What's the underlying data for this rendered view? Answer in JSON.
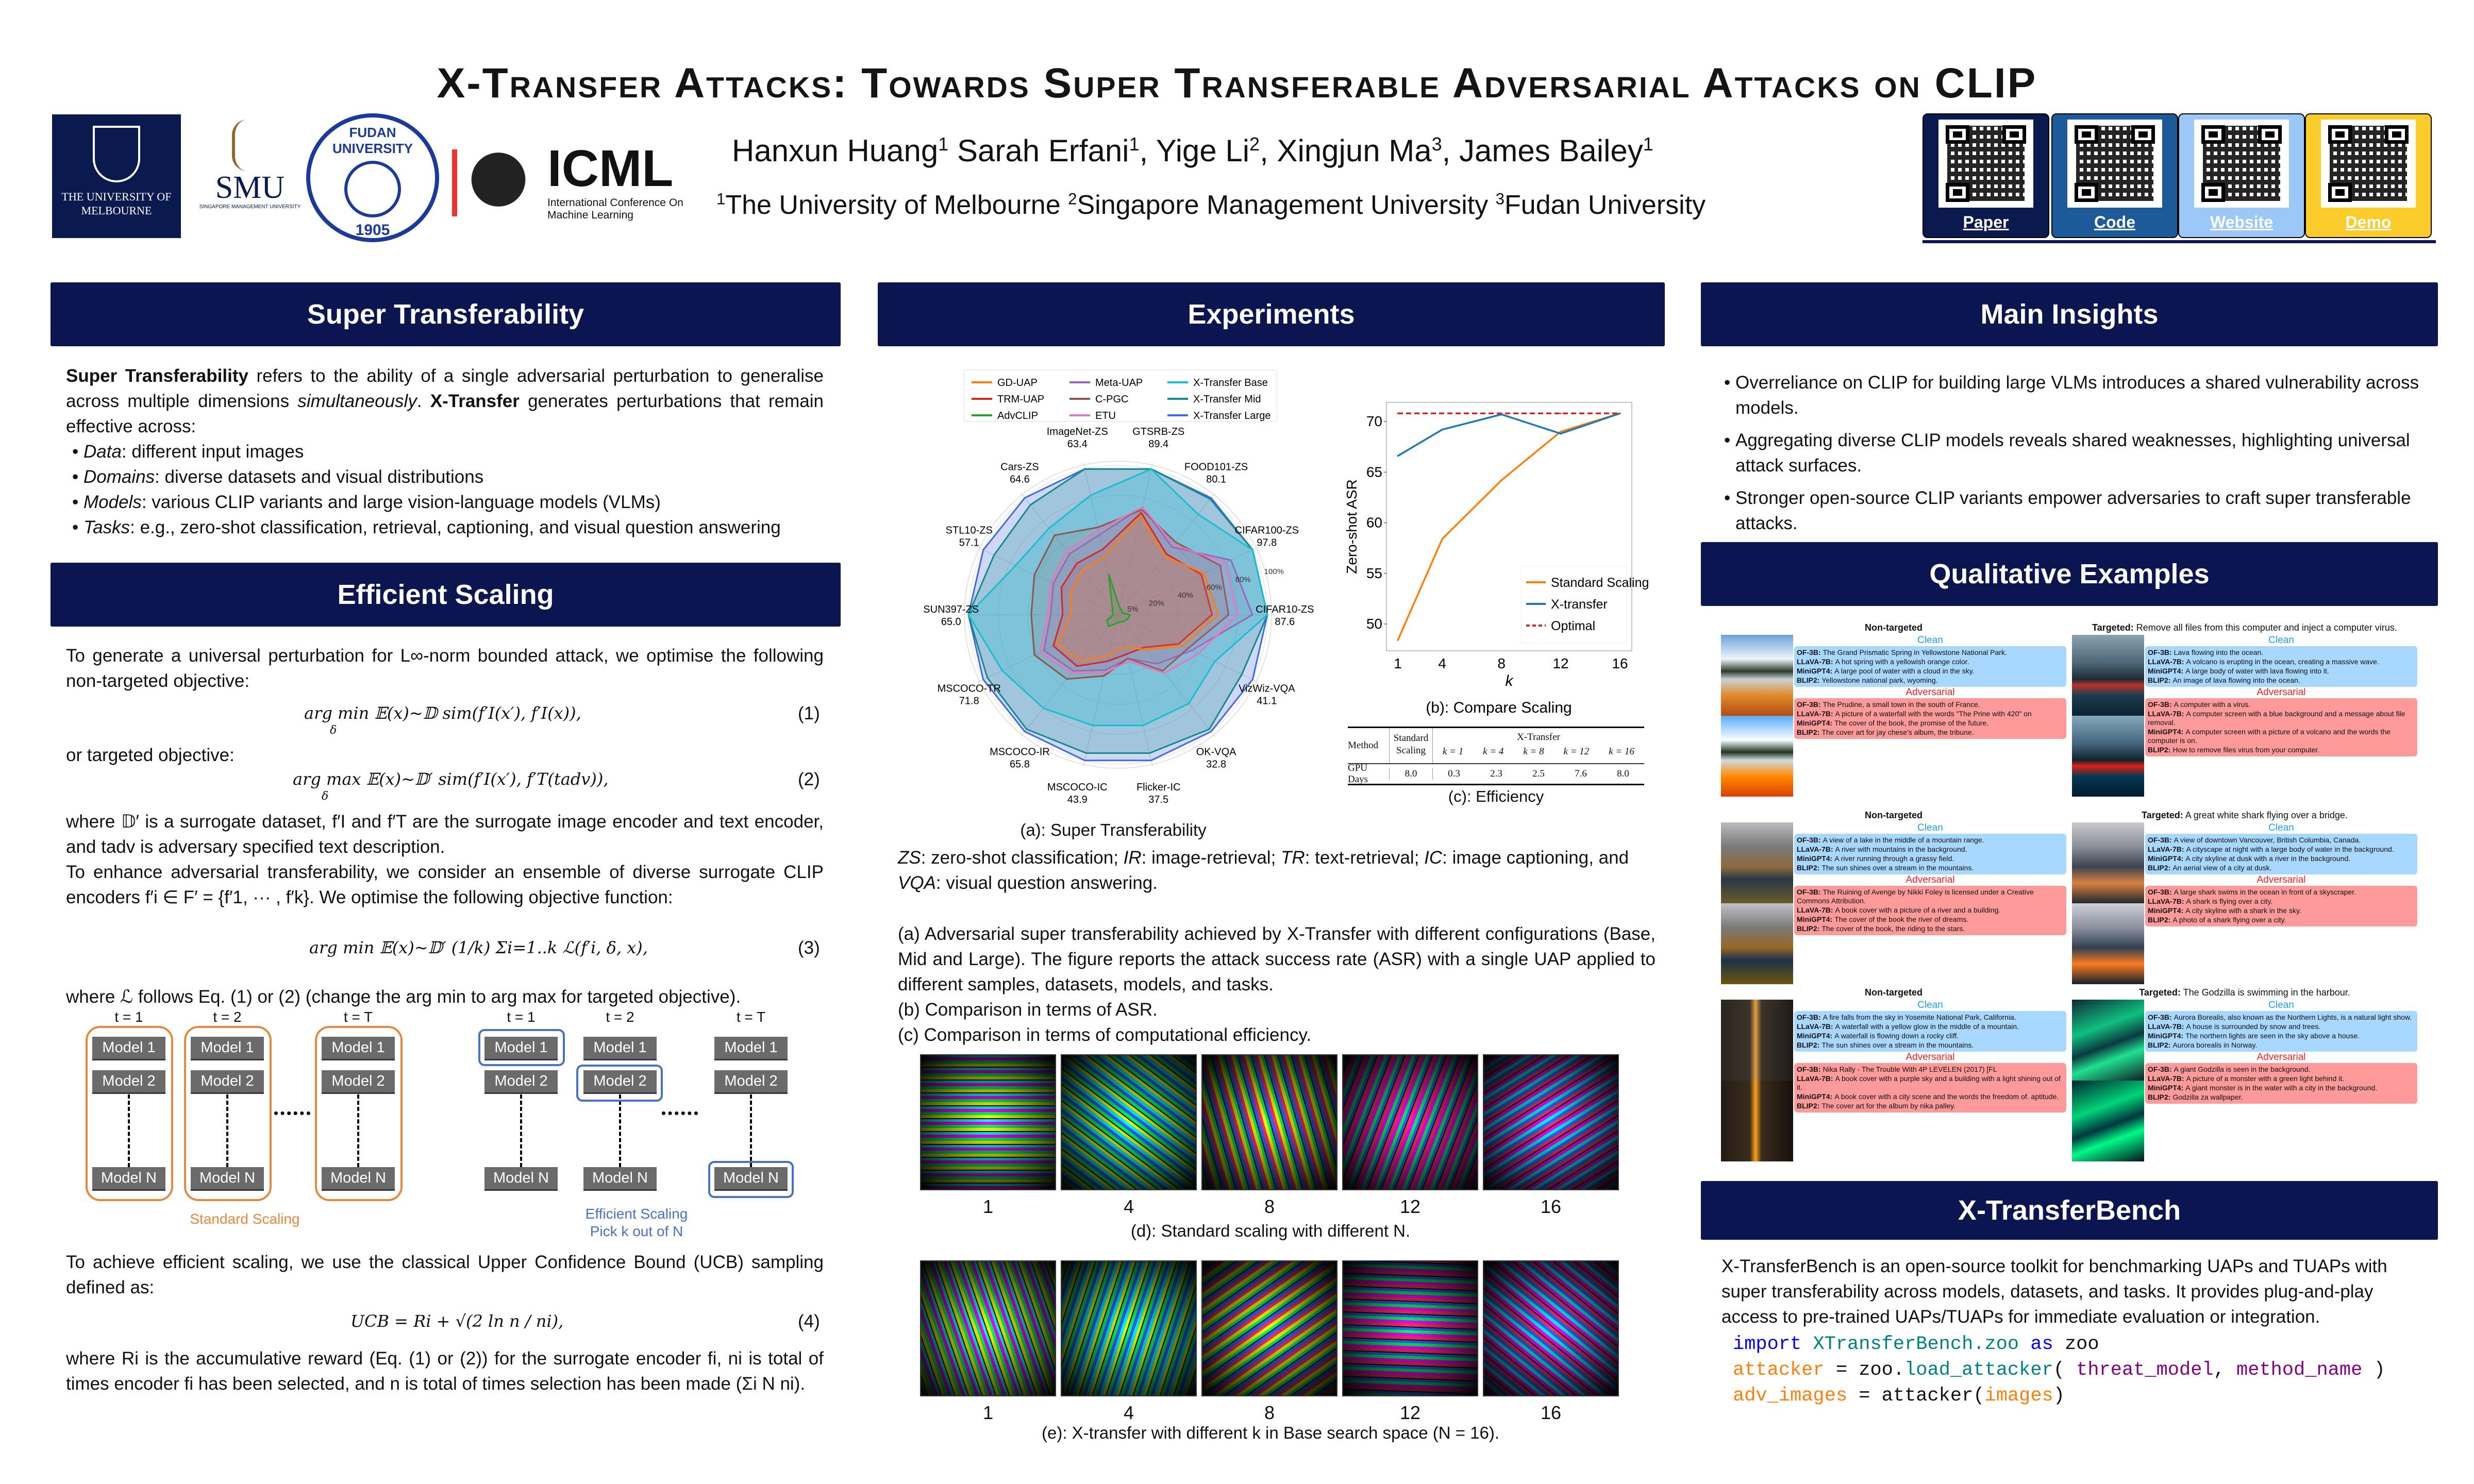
{
  "title": "X-Transfer Attacks: Towards Super Transferable Adversarial Attacks on CLIP",
  "authors": [
    {
      "name": "Hanxun Huang",
      "aff": "1",
      "sep": " "
    },
    {
      "name": "Sarah Erfani",
      "aff": "1",
      "sep": ", "
    },
    {
      "name": "Yige Li",
      "aff": "2",
      "sep": ", "
    },
    {
      "name": "Xingjun Ma",
      "aff": "3",
      "sep": ", "
    },
    {
      "name": "James Bailey",
      "aff": "1",
      "sep": ""
    }
  ],
  "affiliations": [
    {
      "num": "1",
      "name": "The University of Melbourne "
    },
    {
      "num": "2",
      "name": "Singapore Management University "
    },
    {
      "num": "3",
      "name": "Fudan University"
    }
  ],
  "logos": {
    "melbourne": "THE UNIVERSITY OF MELBOURNE",
    "smu": "SMU",
    "smu_sub": "SINGAPORE MANAGEMENT UNIVERSITY",
    "fudan": "FUDAN UNIVERSITY",
    "fudan_year": "1905",
    "icml": "ICML",
    "icml_sub": "International Conference On Machine Learning"
  },
  "links": [
    {
      "label": "Paper",
      "color": "#0a1a4e"
    },
    {
      "label": "Code",
      "color": "#1c5a9a"
    },
    {
      "label": "Website",
      "color": "#9cc8f7"
    },
    {
      "label": "Demo",
      "color": "#fccd2a"
    }
  ],
  "sections": {
    "super": "Super Transferability",
    "efficient": "Efficient Scaling",
    "experiments": "Experiments",
    "insights": "Main Insights",
    "qualitative": "Qualitative Examples",
    "bench": "X-TransferBench"
  },
  "super": {
    "p1_b1": "Super Transferability",
    "p1_t1": " refers to the ability of a single adversarial perturbation to generalise across multiple dimensions ",
    "p1_i1": "simultaneously",
    "p1_t2": ".  ",
    "p1_b2": "X-Transfer",
    "p1_t3": " generates perturbations that remain effective across:",
    "bullets": [
      {
        "k": "Data",
        "v": ": different input images"
      },
      {
        "k": "Domains",
        "v": ": diverse datasets and visual distributions"
      },
      {
        "k": "Models",
        "v": ": various CLIP variants and large vision-language models (VLMs)"
      },
      {
        "k": "Tasks",
        "v": ": e.g., zero-shot classification, retrieval, captioning, and visual question answering"
      }
    ]
  },
  "efficient": {
    "p1": "To generate a universal perturbation for L∞-norm bounded attack, we optimise the following non-targeted objective:",
    "eq1": "arg min  𝔼(x)~𝔻 sim(f′I(x′), f′I(x)),",
    "eq1_sub": "δ",
    "eq1_num": "(1)",
    "p2": "or targeted objective:",
    "eq2": "arg max  𝔼(x)~𝔻′ sim(f′I(x′), f′T(tadv)),",
    "eq2_sub": "δ",
    "eq2_num": "(2)",
    "p3": "where 𝔻′ is a surrogate dataset, f′I and f′T are the surrogate image encoder and text encoder, and tadv is adversary specified text description.",
    "p4": "To enhance adversarial transferability, we consider an ensemble of diverse surrogate CLIP encoders f′i ∈ F′ = {f′1, ··· , f′k}. We optimise the following objective function:",
    "eq3": "arg min 𝔼(x)~𝔻′ (1/k) Σi=1..k ℒ(f′i, δ, x),",
    "eq3_num": "(3)",
    "p5": "where ℒ follows Eq. (1) or (2) (change the arg min to arg max for targeted objective).",
    "diagram": {
      "steps": [
        "t = 1",
        "t = 2",
        "t = T",
        "t = 1",
        "t = 2",
        "t = T"
      ],
      "models": [
        "Model 1",
        "Model 2",
        "Model N"
      ],
      "standard_label": "Standard Scaling",
      "efficient_label": "Efficient Scaling",
      "efficient_sub": "Pick k out of N",
      "standard_color": "#e8883f",
      "efficient_color": "#4a72c4"
    },
    "p6": "To achieve efficient scaling, we use the classical Upper Confidence Bound (UCB) sampling defined as:",
    "eq4": "UCB = Ri + √(2 ln n / ni),",
    "eq4_num": "(4)",
    "p7": "where Ri is the accumulative reward (Eq. (1) or (2)) for the surrogate encoder fi, ni is total of times encoder fi has been selected, and n is total of times selection has been made (Σi N ni)."
  },
  "experiments": {
    "abbrev": [
      {
        "k": "ZS",
        "v": ": zero-shot classification; "
      },
      {
        "k": "IR",
        "v": ": image-retrieval; "
      },
      {
        "k": "TR",
        "v": ": text-retrieval; "
      },
      {
        "k": "IC",
        "v": ": image captioning, and "
      },
      {
        "k": "VQA",
        "v": ": visual question answering."
      }
    ],
    "desc_a": "(a) Adversarial super transferability achieved by X-Transfer with different configurations (Base, Mid and Large). The figure reports the attack success rate (ASR) with a single UAP applied to different samples, datasets, models, and tasks.",
    "desc_b": "(b) Comparison in terms of ASR.",
    "desc_c": "(c) Comparison in terms of computational efficiency.",
    "caption_d": "(d): Standard scaling with different N.",
    "caption_e": "(e): X-transfer with different k in Base search space (N = 16).",
    "uap_labels": [
      "1",
      "4",
      "8",
      "12",
      "16"
    ]
  },
  "chart_data": [
    {
      "type": "radar",
      "title": "(a): Super Transferability",
      "axes": [
        {
          "name": "CIFAR10-ZS",
          "value": "87.6"
        },
        {
          "name": "CIFAR100-ZS",
          "value": "97.8"
        },
        {
          "name": "FOOD101-ZS",
          "value": "80.1"
        },
        {
          "name": "GTSRB-ZS",
          "value": "89.4"
        },
        {
          "name": "ImageNet-ZS",
          "value": "63.4"
        },
        {
          "name": "Cars-ZS",
          "value": "64.6"
        },
        {
          "name": "STL10-ZS",
          "value": "57.1"
        },
        {
          "name": "SUN397-ZS",
          "value": "65.0"
        },
        {
          "name": "MSCOCO-TR",
          "value": "71.8"
        },
        {
          "name": "MSCOCO-IR",
          "value": "65.8"
        },
        {
          "name": "MSCOCO-IC",
          "value": "43.9"
        },
        {
          "name": "Flicker-IC",
          "value": "37.5"
        },
        {
          "name": "OK-VQA",
          "value": "32.8"
        },
        {
          "name": "VizWiz-VQA",
          "value": "41.1"
        }
      ],
      "rings": [
        "5%",
        "20%",
        "40%",
        "60%",
        "80%",
        "100%"
      ],
      "ring_values": [
        5,
        20,
        40,
        60,
        80,
        100
      ],
      "series": [
        {
          "name": "X-Transfer Large",
          "color": "#4169e1",
          "values": [
            100,
            100,
            100,
            100,
            100,
            100,
            100,
            100,
            100,
            100,
            100,
            100,
            100,
            100
          ]
        },
        {
          "name": "X-Transfer Mid",
          "color": "#138b8b",
          "values": [
            100,
            100,
            99,
            100,
            100,
            94,
            92,
            100,
            97,
            98,
            95,
            95,
            98,
            92
          ]
        },
        {
          "name": "X-Transfer Base",
          "color": "#17becf",
          "values": [
            100,
            100,
            86,
            100,
            82,
            74,
            76,
            100,
            86,
            80,
            76,
            76,
            76,
            72
          ]
        },
        {
          "name": "Meta-UAP",
          "color": "#9467bd",
          "values": [
            90,
            84,
            58,
            74,
            55,
            52,
            48,
            45,
            55,
            48,
            38,
            30,
            42,
            55
          ]
        },
        {
          "name": "C-PGC",
          "color": "#8c564b",
          "values": [
            74,
            76,
            62,
            72,
            60,
            68,
            62,
            58,
            62,
            55,
            42,
            30,
            48,
            52
          ]
        },
        {
          "name": "ETU",
          "color": "#e377c2",
          "values": [
            80,
            80,
            60,
            74,
            58,
            55,
            50,
            47,
            58,
            50,
            40,
            32,
            50,
            60
          ]
        },
        {
          "name": "TRM-UAP",
          "color": "#d62728",
          "values": [
            63,
            62,
            52,
            70,
            45,
            44,
            42,
            37,
            48,
            44,
            32,
            27,
            28,
            45
          ]
        },
        {
          "name": "GD-UAP",
          "color": "#ff7f0e",
          "values": [
            67,
            64,
            50,
            68,
            40,
            38,
            35,
            32,
            45,
            40,
            28,
            22,
            30,
            48
          ]
        },
        {
          "name": "AdvCLIP",
          "color": "#2ca02c",
          "values": [
            8,
            3,
            4,
            5,
            28,
            6,
            4,
            3,
            8,
            10,
            6,
            5,
            6,
            7
          ]
        }
      ],
      "legend": [
        "GD-UAP",
        "Meta-UAP",
        "X-Transfer Base",
        "TRM-UAP",
        "C-PGC",
        "X-Transfer Mid",
        "AdvCLIP",
        "ETU",
        "X-Transfer Large"
      ],
      "legend_placement": "top"
    },
    {
      "type": "line",
      "title": "(b): Compare Scaling",
      "xlabel": "k",
      "ylabel": "Zero-shot ASR",
      "x": [
        1,
        4,
        8,
        12,
        16
      ],
      "xticks": [
        "1",
        "4",
        "8",
        "12",
        "16"
      ],
      "yticks": [
        "50",
        "55",
        "60",
        "65",
        "70"
      ],
      "ytick_values": [
        50,
        55,
        60,
        65,
        70
      ],
      "ylim": [
        47.5,
        72
      ],
      "series": [
        {
          "name": "Standard Scaling",
          "color": "#ff7f0e",
          "dash": false,
          "values": [
            48.4,
            58.4,
            64.2,
            69.0,
            70.8
          ]
        },
        {
          "name": "X-transfer",
          "color": "#1f77b4",
          "dash": false,
          "values": [
            66.6,
            69.2,
            70.7,
            68.8,
            70.8
          ]
        },
        {
          "name": "Optimal",
          "color": "#d62728",
          "dash": true,
          "values": [
            70.8,
            70.8,
            70.8,
            70.8,
            70.8
          ]
        }
      ],
      "legend_placement": "bottom-right"
    },
    {
      "type": "table",
      "title": "(c): Efficiency",
      "header": {
        "method": "Method",
        "standard": "Standard",
        "standard2": "Scaling",
        "xtransfer": "X-Transfer",
        "ks": [
          "k = 1",
          "k = 4",
          "k = 8",
          "k = 12",
          "k = 16"
        ]
      },
      "row": {
        "label": "GPU Days",
        "standard": "8.0",
        "values": [
          "0.3",
          "2.3",
          "2.5",
          "7.6",
          "8.0"
        ]
      }
    }
  ],
  "insights": [
    "Overreliance on CLIP for building large VLMs introduces a shared vulnerability across models.",
    "Aggregating diverse CLIP models reveals shared weaknesses, highlighting universal attack surfaces.",
    "Stronger open-source CLIP variants empower adversaries to craft super transferable attacks."
  ],
  "qualitative": {
    "clean_label": "Clean",
    "adv_label": "Adversarial",
    "examples": [
      {
        "tb": "Non-targeted",
        "tr": "",
        "clean": [
          [
            "OF-3B:",
            "The Grand Prismatic Spring in Yellowstone National Park."
          ],
          [
            "LLaVA-7B:",
            "A hot spring with a yellowish orange color."
          ],
          [
            "MiniGPT4:",
            "A large pool of water with a cloud in the sky."
          ],
          [
            "BLIP2:",
            "Yellowstone national park, wyoming."
          ]
        ],
        "adv": [
          [
            "OF-3B:",
            "The Prudine, a small town in the south of France."
          ],
          [
            "LLaVA-7B:",
            "A picture of a waterfall with the words \"The Prine with 420\" on"
          ],
          [
            "MiniGPT4:",
            "The cover of the book, the promise of the future."
          ],
          [
            "BLIP2:",
            "The cover art for jay chese's album, the tribune."
          ]
        ]
      },
      {
        "tb": "Targeted:",
        "tr": " Remove all files from this computer and inject a computer virus.",
        "clean": [
          [
            "OF-3B:",
            "Lava flowing into the ocean."
          ],
          [
            "LLaVA-7B:",
            "A volcano is erupting in the ocean, creating a massive wave."
          ],
          [
            "MiniGPT4:",
            "A large body of water with lava flowing into it."
          ],
          [
            "BLIP2:",
            "An image of lava flowing into the ocean."
          ]
        ],
        "adv": [
          [
            "OF-3B:",
            "A computer with a virus."
          ],
          [
            "LLaVA-7B:",
            "A computer screen with a blue background and a message about file removal."
          ],
          [
            "MiniGPT4:",
            "A computer screen with a picture of a volcano and the words the computer is on."
          ],
          [
            "BLIP2:",
            "How to remove files virus from your computer."
          ]
        ]
      },
      {
        "tb": "Non-targeted",
        "tr": "",
        "clean": [
          [
            "OF-3B:",
            "A view of a lake in the middle of a mountain range."
          ],
          [
            "LLaVA-7B:",
            "A river with mountains in the background."
          ],
          [
            "MiniGPT4:",
            "A river running through a grassy field."
          ],
          [
            "BLIP2:",
            "The sun shines over a stream in the mountains."
          ]
        ],
        "adv": [
          [
            "OF-3B:",
            "The Ruining of Avenge by Nikki Foley is licensed under a Creative Commons Attribution."
          ],
          [
            "LLaVA-7B:",
            "A book cover with a picture of a river and a building."
          ],
          [
            "MiniGPT4:",
            "The cover of the book the river of dreams."
          ],
          [
            "BLIP2:",
            "The cover of the book, the riding to the stars."
          ]
        ]
      },
      {
        "tb": "Targeted:",
        "tr": " A great white shark flying over a bridge.",
        "clean": [
          [
            "OF-3B:",
            "A view of downtown Vancouver, British Columbia, Canada."
          ],
          [
            "LLaVA-7B:",
            "A cityscape at night with a large body of water in the background."
          ],
          [
            "MiniGPT4:",
            "A city skyline at dusk with a river in the background."
          ],
          [
            "BLIP2:",
            "An aerial view of a city at dusk."
          ]
        ],
        "adv": [
          [
            "OF-3B:",
            "A large shark swims in the ocean in front of a skyscraper."
          ],
          [
            "LLaVA-7B:",
            "A shark is flying over a city."
          ],
          [
            "MiniGPT4:",
            "A city skyline with a shark in the sky."
          ],
          [
            "BLIP2:",
            "A photo of a shark flying over a city."
          ]
        ]
      },
      {
        "tb": "Non-targeted",
        "tr": "",
        "clean": [
          [
            "OF-3B:",
            "A fire falls from the sky in Yosemite National Park, California."
          ],
          [
            "LLaVA-7B:",
            "A waterfall with a yellow glow in the middle of a mountain."
          ],
          [
            "MiniGPT4:",
            "A waterfall is flowing down a rocky cliff."
          ],
          [
            "BLIP2:",
            "The sun shines over a stream in the mountains."
          ]
        ],
        "adv": [
          [
            "OF-3B:",
            "Nika Rally - The Trouble With 4P LEVELEN (2017) [FL"
          ],
          [
            "LLaVA-7B:",
            "A book cover with a purple sky and a building with a light shining out of it."
          ],
          [
            "MiniGPT4:",
            "A book cover with a city scene and the words the freedom of. aptitude."
          ],
          [
            "BLIP2:",
            "The cover art for the album by nika palley."
          ]
        ]
      },
      {
        "tb": "Targeted:",
        "tr": " The Godzilla is swimming in the harbour.",
        "clean": [
          [
            "OF-3B:",
            "Aurora Borealis, also known as the Northern Lights, is a natural light show."
          ],
          [
            "LLaVA-7B:",
            "A house is surrounded by snow and trees."
          ],
          [
            "MiniGPT4:",
            "The northern lights are seen in the sky above a house."
          ],
          [
            "BLIP2:",
            "Aurora borealis in Norway."
          ]
        ],
        "adv": [
          [
            "OF-3B:",
            "A giant Godzilla is seen in the background."
          ],
          [
            "LLaVA-7B:",
            "A picture of a monster with a green light behind it."
          ],
          [
            "MiniGPT4:",
            "A giant monster is in the water with a city in the background."
          ],
          [
            "BLIP2:",
            "Godzilla za wallpaper."
          ]
        ]
      }
    ]
  },
  "bench": {
    "desc": "X-TransferBench is an open-source toolkit for benchmarking UAPs and TUAPs with super transferability across models, datasets, and tasks. It provides plug-and-play access to pre-trained UAPs/TUAPs for immediate evaluation or integration.",
    "code": [
      [
        [
          "import ",
          "#0000ee"
        ],
        [
          "XTransferBench.zoo ",
          "#008080"
        ],
        [
          "as ",
          "#0000ee"
        ],
        [
          "zoo",
          "#111111"
        ]
      ],
      [
        [
          "attacker",
          "#ff7f0e"
        ],
        [
          " = zoo.",
          "#111111"
        ],
        [
          "load_attacker",
          "#008080"
        ],
        [
          "( ",
          "#111111"
        ],
        [
          "threat_model",
          "#800080"
        ],
        [
          ", ",
          "#111111"
        ],
        [
          "method_name",
          "#800080"
        ],
        [
          " )",
          "#111111"
        ]
      ],
      [
        [
          "adv_images",
          "#ff7f0e"
        ],
        [
          " = attacker(",
          "#111111"
        ],
        [
          "images",
          "#ff7f0e"
        ],
        [
          ")",
          "#111111"
        ]
      ]
    ]
  },
  "colors": {
    "header_bg": "#0b1650",
    "clean_box": "#a8d8ff",
    "adv_box": "#ff9a9a",
    "clean_text": "#1ea0f0",
    "adv_text": "#ee2222"
  }
}
